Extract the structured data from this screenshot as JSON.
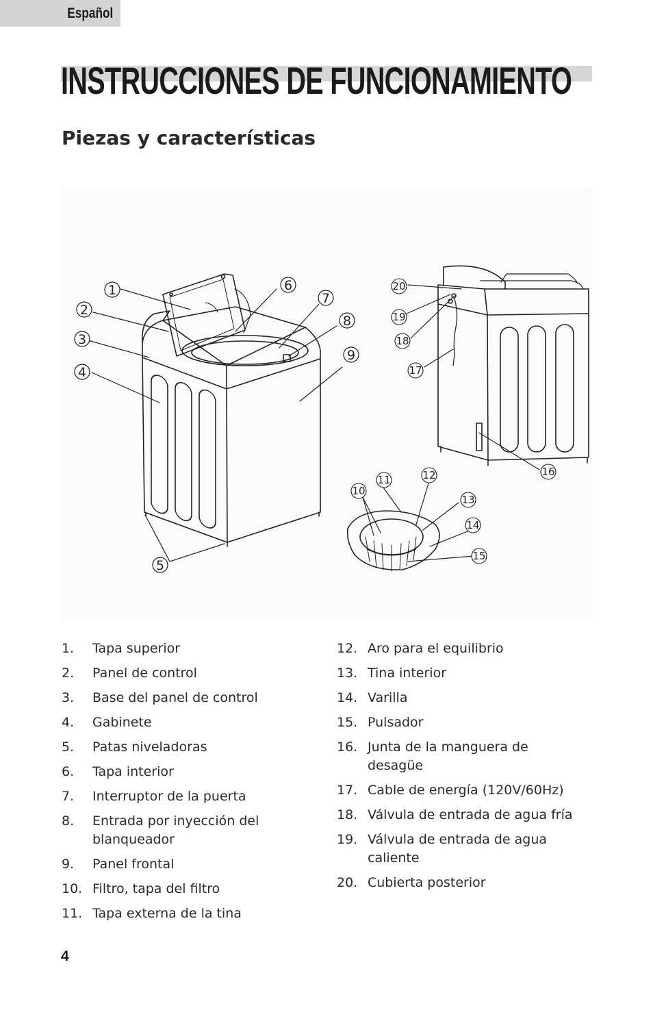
{
  "header": {
    "language_tab": "Español"
  },
  "title": "INSTRUCCIONES DE FUNCIONAMIENTO",
  "subtitle": "Piezas y características",
  "figure": {
    "callouts": [
      "1",
      "2",
      "3",
      "4",
      "5",
      "6",
      "7",
      "8",
      "9",
      "10",
      "11",
      "12",
      "13",
      "14",
      "15",
      "16",
      "17",
      "18",
      "19",
      "20"
    ]
  },
  "parts_left": [
    {
      "num": "1.",
      "text": "Tapa superior"
    },
    {
      "num": "2.",
      "text": "Panel de control"
    },
    {
      "num": "3.",
      "text": "Base del panel de control"
    },
    {
      "num": "4.",
      "text": "Gabinete"
    },
    {
      "num": "5.",
      "text": "Patas niveladoras"
    },
    {
      "num": "6.",
      "text": "Tapa interior"
    },
    {
      "num": "7.",
      "text": "Interruptor de la puerta"
    },
    {
      "num": "8.",
      "text": "Entrada por inyección del blanqueador"
    },
    {
      "num": "9.",
      "text": "Panel frontal"
    },
    {
      "num": "10.",
      "text": "Filtro, tapa del filtro"
    },
    {
      "num": "11.",
      "text": "Tapa externa de la tina"
    }
  ],
  "parts_right": [
    {
      "num": "12.",
      "text": "Aro para el equilibrio"
    },
    {
      "num": "13.",
      "text": "Tina interior"
    },
    {
      "num": "14.",
      "text": "Varilla"
    },
    {
      "num": "15.",
      "text": "Pulsador"
    },
    {
      "num": "16.",
      "text": "Junta de la manguera de desagüe"
    },
    {
      "num": "17.",
      "text": "Cable de energía (120V/60Hz)"
    },
    {
      "num": "18.",
      "text": "Válvula de entrada de agua fría"
    },
    {
      "num": "19.",
      "text": "Válvula de entrada de agua caliente"
    },
    {
      "num": "20.",
      "text": "Cubierta posterior"
    }
  ],
  "footer": {
    "page_number": "4"
  }
}
